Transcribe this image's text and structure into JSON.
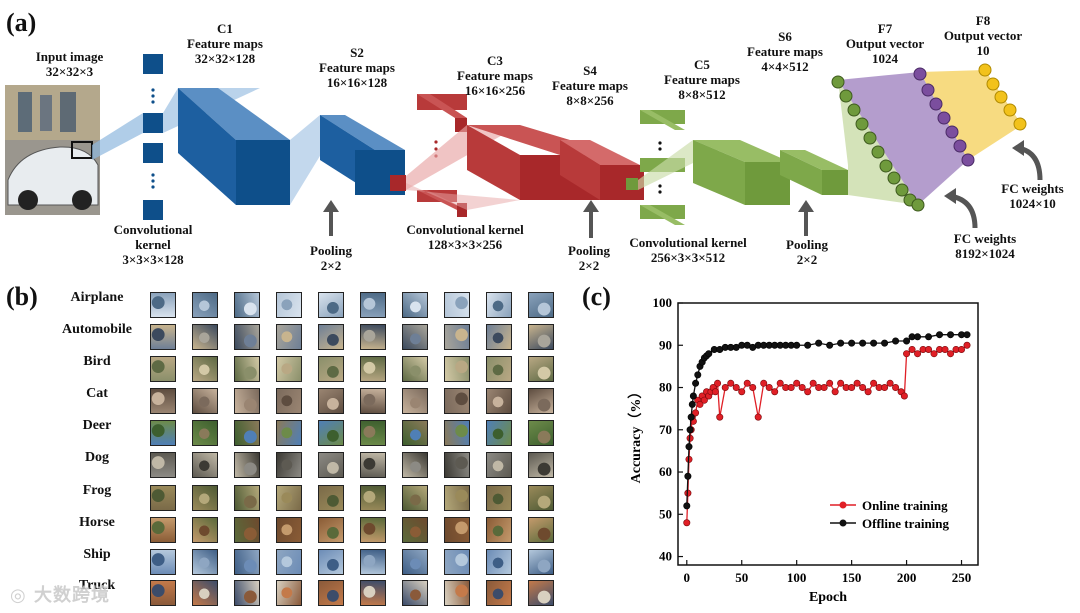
{
  "panels": {
    "a": "(a)",
    "b": "(b)",
    "c": "(c)"
  },
  "network": {
    "input": {
      "title": "Input image",
      "dims": "32×32×3"
    },
    "conv1_kernel": {
      "title": "Convolutional kernel",
      "dims": "3×3×3×128"
    },
    "c1": {
      "name": "C1",
      "title": "Feature maps",
      "dims": "32×32×128"
    },
    "s2": {
      "name": "S2",
      "title": "Feature maps",
      "dims": "16×16×128"
    },
    "pool1": {
      "title": "Pooling",
      "dims": "2×2"
    },
    "c3": {
      "name": "C3",
      "title": "Feature maps",
      "dims": "16×16×256"
    },
    "conv3_kernel": {
      "title": "Convolutional kernel",
      "dims": "128×3×3×256"
    },
    "s4": {
      "name": "S4",
      "title": "Feature maps",
      "dims": "8×8×256"
    },
    "pool2": {
      "title": "Pooling",
      "dims": "2×2"
    },
    "c5": {
      "name": "C5",
      "title": "Feature maps",
      "dims": "8×8×512"
    },
    "conv5_kernel": {
      "title": "Convolutional kernel",
      "dims": "256×3×3×512"
    },
    "s6": {
      "name": "S6",
      "title": "Feature maps",
      "dims": "4×4×512"
    },
    "pool3": {
      "title": "Pooling",
      "dims": "2×2"
    },
    "f7": {
      "name": "F7",
      "title": "Output vector",
      "dims": "1024"
    },
    "f8": {
      "name": "F8",
      "title": "Output vector",
      "dims": "10"
    },
    "fc1": {
      "title": "FC weights",
      "dims": "8192×1024"
    },
    "fc2": {
      "title": "FC weights",
      "dims": "1024×10"
    },
    "colors": {
      "blue": "#0e4f8a",
      "red": "#a8282a",
      "green": "#6f9a3c",
      "purple": "#7b4e9e",
      "yellow": "#f2c21b"
    }
  },
  "classes": [
    "Airplane",
    "Automobile",
    "Bird",
    "Cat",
    "Deer",
    "Dog",
    "Frog",
    "Horse",
    "Ship",
    "Truck"
  ],
  "watermark": "大数跨境",
  "chart_data": {
    "type": "line",
    "xlabel": "Epoch",
    "ylabel": "Accuracy（%）",
    "xlim": [
      -8,
      265
    ],
    "ylim": [
      38,
      100
    ],
    "xticks": [
      0,
      50,
      100,
      150,
      200,
      250
    ],
    "yticks": [
      40,
      50,
      60,
      70,
      80,
      90,
      100
    ],
    "legend_position": "bottom-right",
    "series": [
      {
        "name": "Online training",
        "color": "#e01f26",
        "x": [
          0,
          1,
          2,
          3,
          4,
          5,
          6,
          8,
          10,
          12,
          14,
          16,
          18,
          20,
          22,
          24,
          26,
          28,
          30,
          35,
          40,
          45,
          50,
          55,
          60,
          65,
          70,
          75,
          80,
          85,
          90,
          95,
          100,
          105,
          110,
          115,
          120,
          125,
          130,
          135,
          140,
          145,
          150,
          155,
          160,
          165,
          170,
          175,
          180,
          185,
          190,
          195,
          198,
          200,
          205,
          210,
          215,
          220,
          225,
          230,
          235,
          240,
          245,
          250,
          255
        ],
        "y": [
          48,
          55,
          63,
          68,
          70,
          73,
          72,
          74,
          77,
          76,
          78,
          77,
          79,
          78,
          79,
          80,
          79,
          81,
          73,
          80,
          81,
          80,
          79,
          81,
          80,
          73,
          81,
          80,
          79,
          81,
          80,
          80,
          81,
          80,
          79,
          81,
          80,
          80,
          81,
          79,
          81,
          80,
          80,
          81,
          80,
          79,
          81,
          80,
          80,
          81,
          80,
          79,
          78,
          88,
          89,
          88,
          89,
          89,
          88,
          89,
          89,
          88,
          89,
          89,
          90
        ]
      },
      {
        "name": "Offline training",
        "color": "#111111",
        "x": [
          0,
          1,
          2,
          3,
          4,
          5,
          6,
          8,
          10,
          12,
          14,
          16,
          18,
          20,
          25,
          30,
          35,
          40,
          45,
          50,
          55,
          60,
          65,
          70,
          75,
          80,
          85,
          90,
          95,
          100,
          110,
          120,
          130,
          140,
          150,
          160,
          170,
          180,
          190,
          200,
          205,
          210,
          220,
          230,
          240,
          250,
          255
        ],
        "y": [
          52,
          59,
          66,
          70,
          73,
          76,
          78,
          81,
          83,
          85,
          86,
          87,
          87.5,
          88,
          89,
          89,
          89.5,
          89.5,
          89.5,
          90,
          90,
          89.5,
          90,
          90,
          90,
          90,
          90,
          90,
          90,
          90,
          90,
          90.5,
          90,
          90.5,
          90.5,
          90.5,
          90.5,
          90.5,
          91,
          91,
          92,
          92,
          92,
          92.5,
          92.5,
          92.5,
          92.5
        ]
      }
    ]
  }
}
